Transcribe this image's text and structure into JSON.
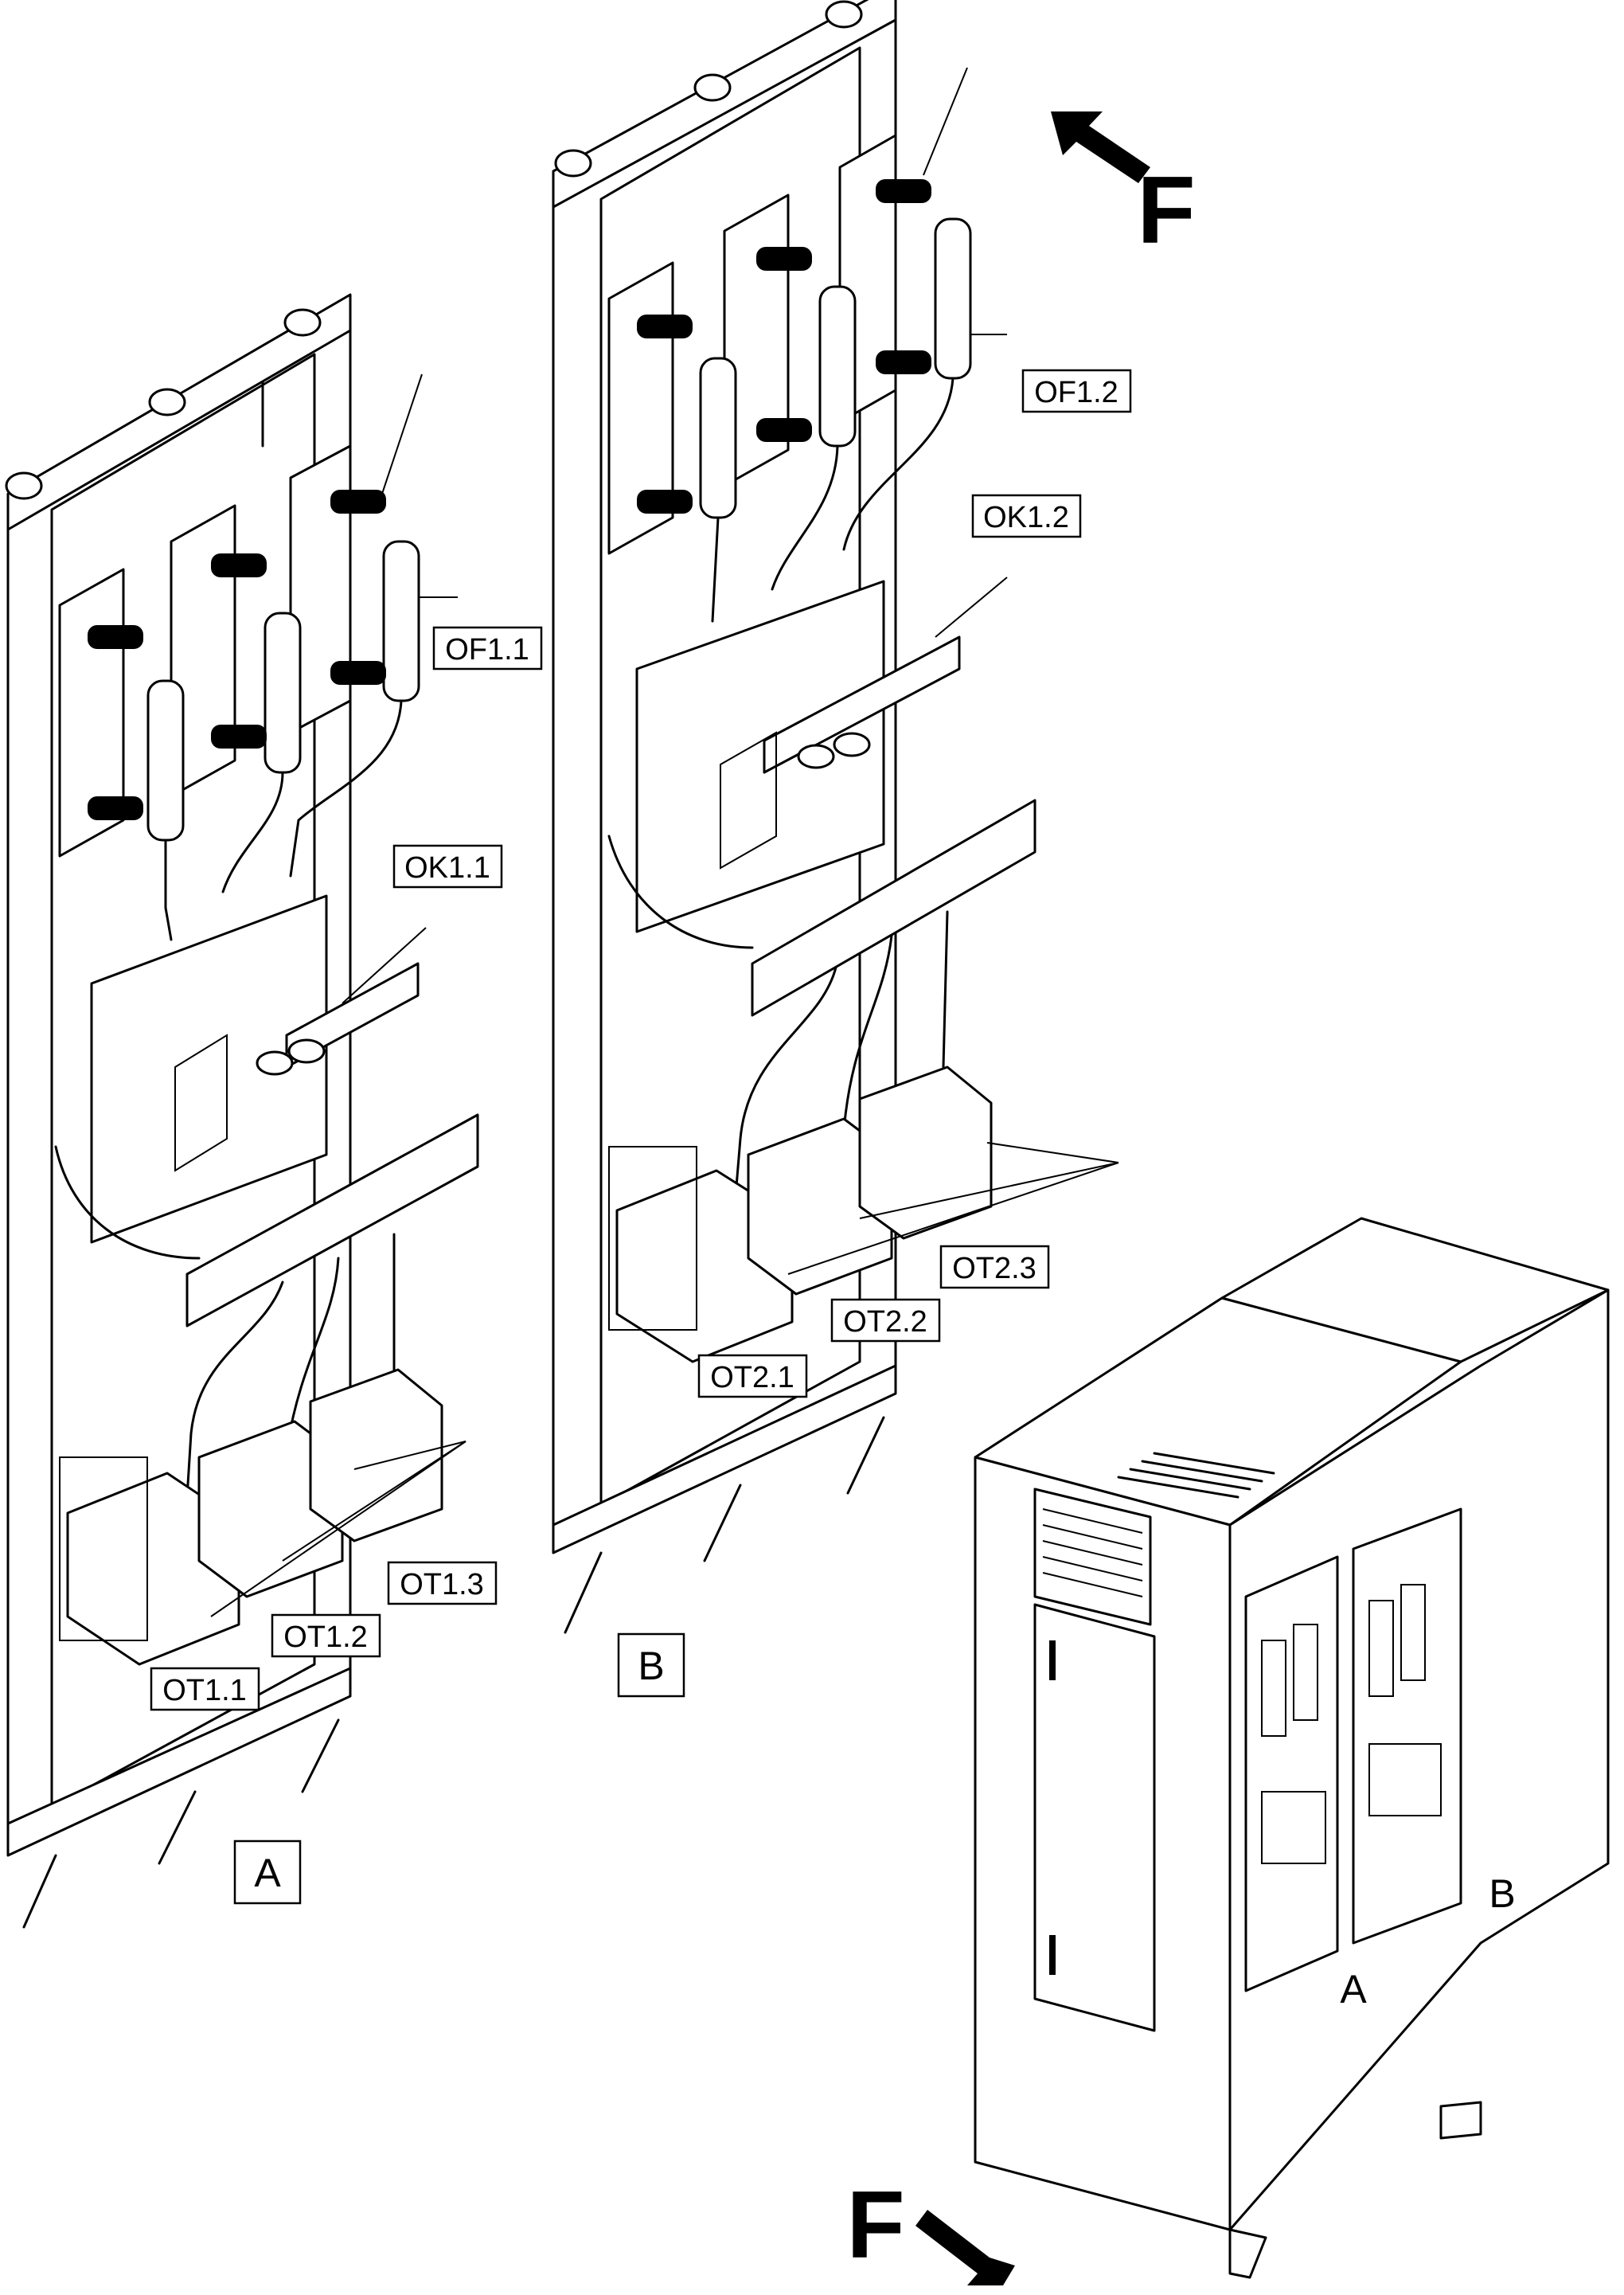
{
  "callouts": {
    "of1_1": "OF1.1",
    "ok1_1": "OK1.1",
    "ot1_1": "OT1.1",
    "ot1_2": "OT1.2",
    "ot1_3": "OT1.3",
    "of1_2": "OF1.2",
    "ok1_2": "OK1.2",
    "ot2_1": "OT2.1",
    "ot2_2": "OT2.2",
    "ot2_3": "OT2.3"
  },
  "view_letters": {
    "a_box": "A",
    "b_box": "B",
    "a_cabinet": "A",
    "b_cabinet": "B"
  },
  "direction_letters": {
    "top": "F",
    "bottom": "F"
  }
}
